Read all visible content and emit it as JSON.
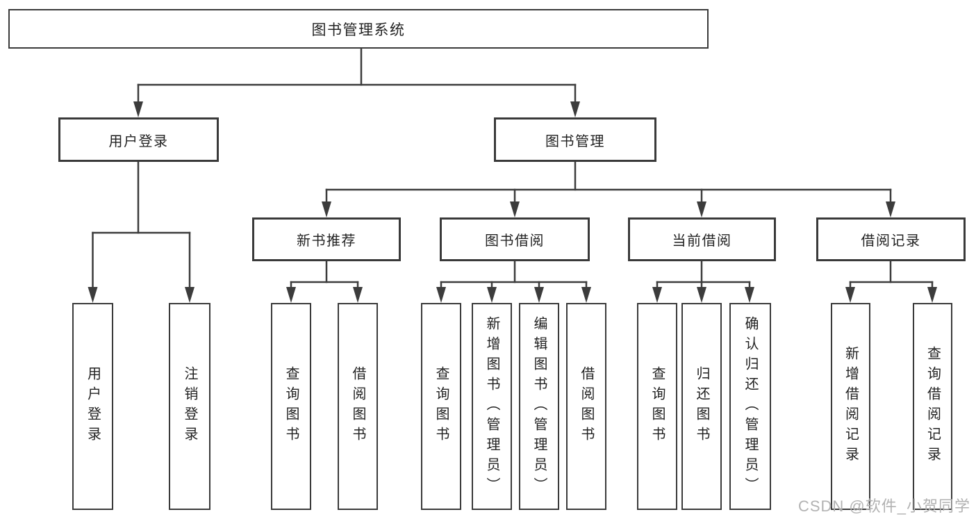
{
  "diagram": {
    "root": {
      "label": "图书管理系统"
    },
    "level2": [
      {
        "label": "用户登录",
        "children": [
          {
            "label": "用户登录"
          },
          {
            "label": "注销登录"
          }
        ]
      },
      {
        "label": "图书管理",
        "children": [
          {
            "label": "新书推荐",
            "children": [
              {
                "label": "查询图书"
              },
              {
                "label": "借阅图书"
              }
            ]
          },
          {
            "label": "图书借阅",
            "children": [
              {
                "label": "查询图书"
              },
              {
                "label": "新增图书（管理员）"
              },
              {
                "label": "编辑图书（管理员）"
              },
              {
                "label": "借阅图书"
              }
            ]
          },
          {
            "label": "当前借阅",
            "children": [
              {
                "label": "查询图书"
              },
              {
                "label": "归还图书"
              },
              {
                "label": "确认归还（管理员）"
              }
            ]
          },
          {
            "label": "借阅记录",
            "children": [
              {
                "label": "新增借阅记录"
              },
              {
                "label": "查询借阅记录"
              }
            ]
          }
        ]
      }
    ]
  },
  "watermark": {
    "text": "CSDN @软件_小贺同学"
  },
  "colors": {
    "line": "#3c3c3c",
    "box_border": "#3a3a3a",
    "text": "#222222",
    "watermark": "#b2b2b2",
    "background": "#ffffff"
  }
}
